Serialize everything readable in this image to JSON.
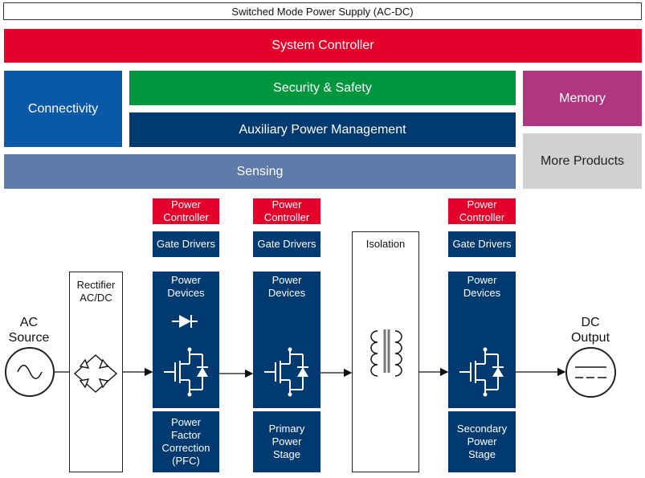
{
  "title": "Switched Mode Power Supply (AC-DC)",
  "blocks": {
    "system_controller": "System Controller",
    "connectivity": "Connectivity",
    "security": "Security & Safety",
    "auxiliary": "Auxiliary Power Management",
    "sensing": "Sensing",
    "memory": "Memory",
    "more_products": "More Products"
  },
  "colors": {
    "red": "#e4002b",
    "blue": "#0a59a8",
    "green": "#00963e",
    "navy": "#003a70",
    "magenta": "#b0367f",
    "grey": "#d1d1d1",
    "steel": "#5e7aa8"
  },
  "chain": {
    "ac_source": "AC\nSource",
    "rectifier": "Rectifier\nAC/DC",
    "isolation": "Isolation",
    "dc_output": "DC\nOutput",
    "power_controller": "Power\nController",
    "gate_drivers": "Gate Drivers",
    "power_devices": "Power\nDevices",
    "pfc_stage": "Power\nFactor\nCorrection\n(PFC)",
    "primary_stage": "Primary\nPower\nStage",
    "secondary_stage": "Secondary\nPower\nStage"
  }
}
